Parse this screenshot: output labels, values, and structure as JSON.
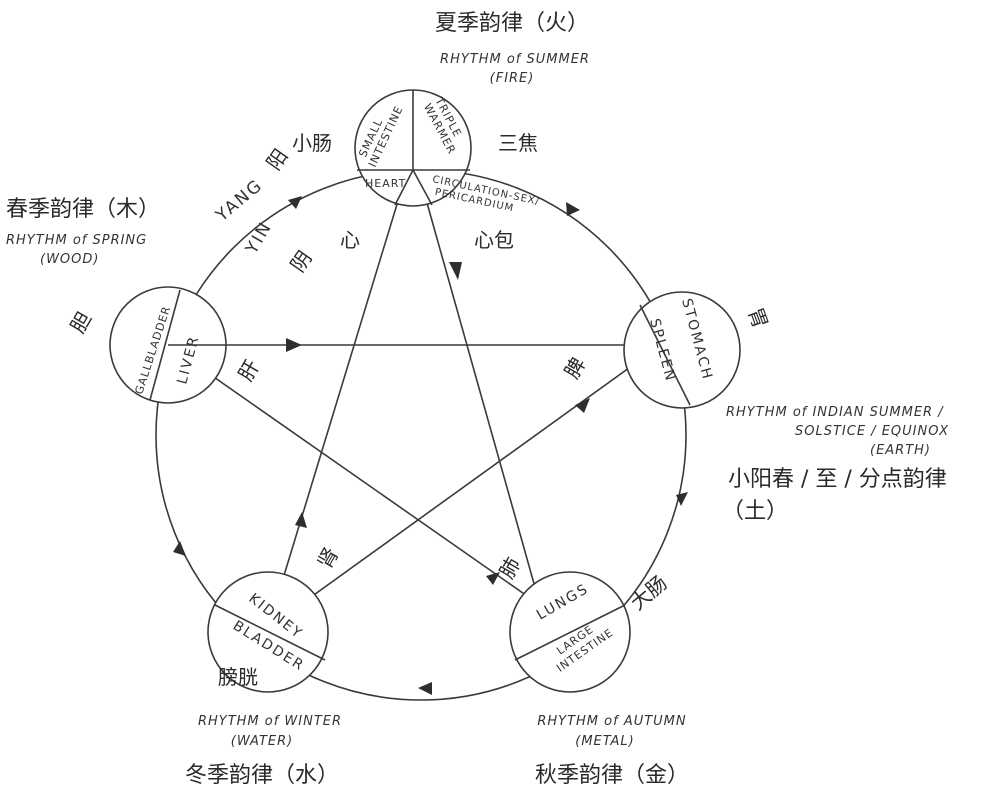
{
  "fire": {
    "zh": "夏季韵律（火）",
    "en": "RHYTHM of SUMMER",
    "en2": "(FIRE)",
    "small_intestine_zh": "小肠",
    "triple_warmer_zh": "三焦",
    "small_intestine": "SMALL",
    "small_intestine2": "INTESTINE",
    "triple_warmer": "TRIPLE",
    "triple_warmer2": "WARMER",
    "heart": "HEART",
    "pericardium": "CIRCULATION-SEX/",
    "pericardium2": "PERICARDIUM",
    "heart_zh": "心",
    "pericardium_zh": "心包"
  },
  "yinyang": {
    "yang_zh": "阳",
    "yang": "YANG",
    "yin": "YIN",
    "yin_zh": "阴"
  },
  "wood": {
    "zh": "春季韵律（木）",
    "en": "RHYTHM of SPRING",
    "en2": "(WOOD)",
    "gallbladder_zh": "胆",
    "gallbladder": "GALLBLADDER",
    "liver": "LIVER",
    "liver_zh": "肝"
  },
  "earth": {
    "zh": "小阳春 / 至 / 分点韵律",
    "zh2": "（土）",
    "en": "RHYTHM of INDIAN SUMMER /",
    "en2": "SOLSTICE / EQUINOX",
    "en3": "(EARTH)",
    "stomach": "STOMACH",
    "spleen": "SPLEEN",
    "stomach_zh": "胃",
    "spleen_zh": "脾"
  },
  "water": {
    "zh": "冬季韵律（水）",
    "en": "RHYTHM of WINTER",
    "en2": "(WATER)",
    "kidney": "KIDNEY",
    "kidney_zh": "肾",
    "bladder": "BLADDER",
    "bladder_zh": "膀胱"
  },
  "metal": {
    "zh": "秋季韵律（金）",
    "en": "RHYTHM of AUTUMN",
    "en2": "(METAL)",
    "lungs": "LUNGS",
    "lungs_zh": "肺",
    "large_intestine": "LARGE",
    "large_intestine2": "INTESTINE",
    "large_intestine_zh": "大肠"
  }
}
